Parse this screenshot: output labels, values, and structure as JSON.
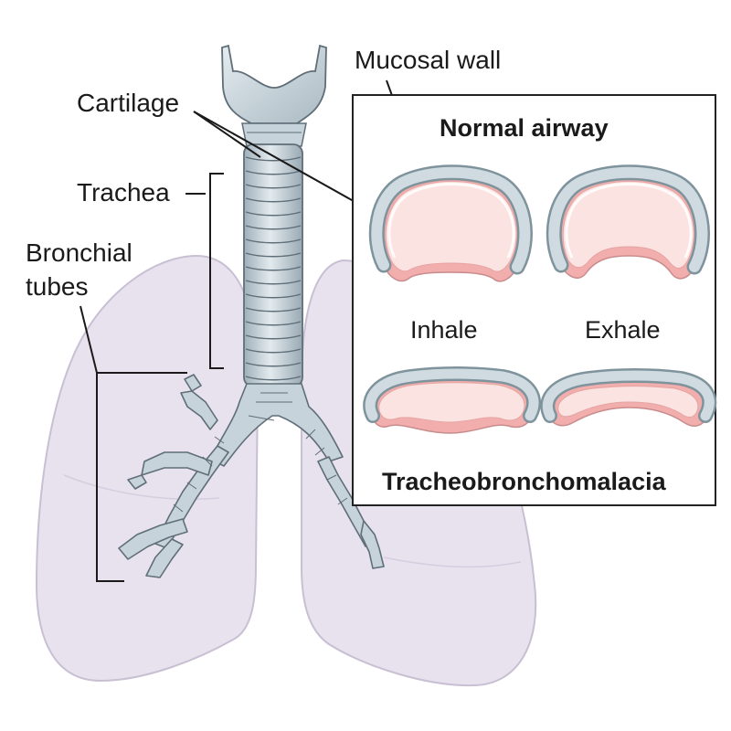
{
  "labels": {
    "mucosal_wall": "Mucosal wall",
    "cartilage": "Cartilage",
    "trachea": "Trachea",
    "bronchial_tubes_line1": "Bronchial",
    "bronchial_tubes_line2": "tubes"
  },
  "inset": {
    "title": "Normal airway",
    "inhale": "Inhale",
    "exhale": "Exhale",
    "condition": "Tracheobronchomalacia"
  },
  "colors": {
    "lung_fill": "#e8e2ee",
    "lung_outline": "#c8bfd3",
    "cartilage_fill": "#c6d3da",
    "cartilage_outline": "#5f6e78",
    "mucosa_fill": "#f3b4b2",
    "mucosa_inner": "#fbd9d6",
    "line": "#1a1a1a"
  }
}
